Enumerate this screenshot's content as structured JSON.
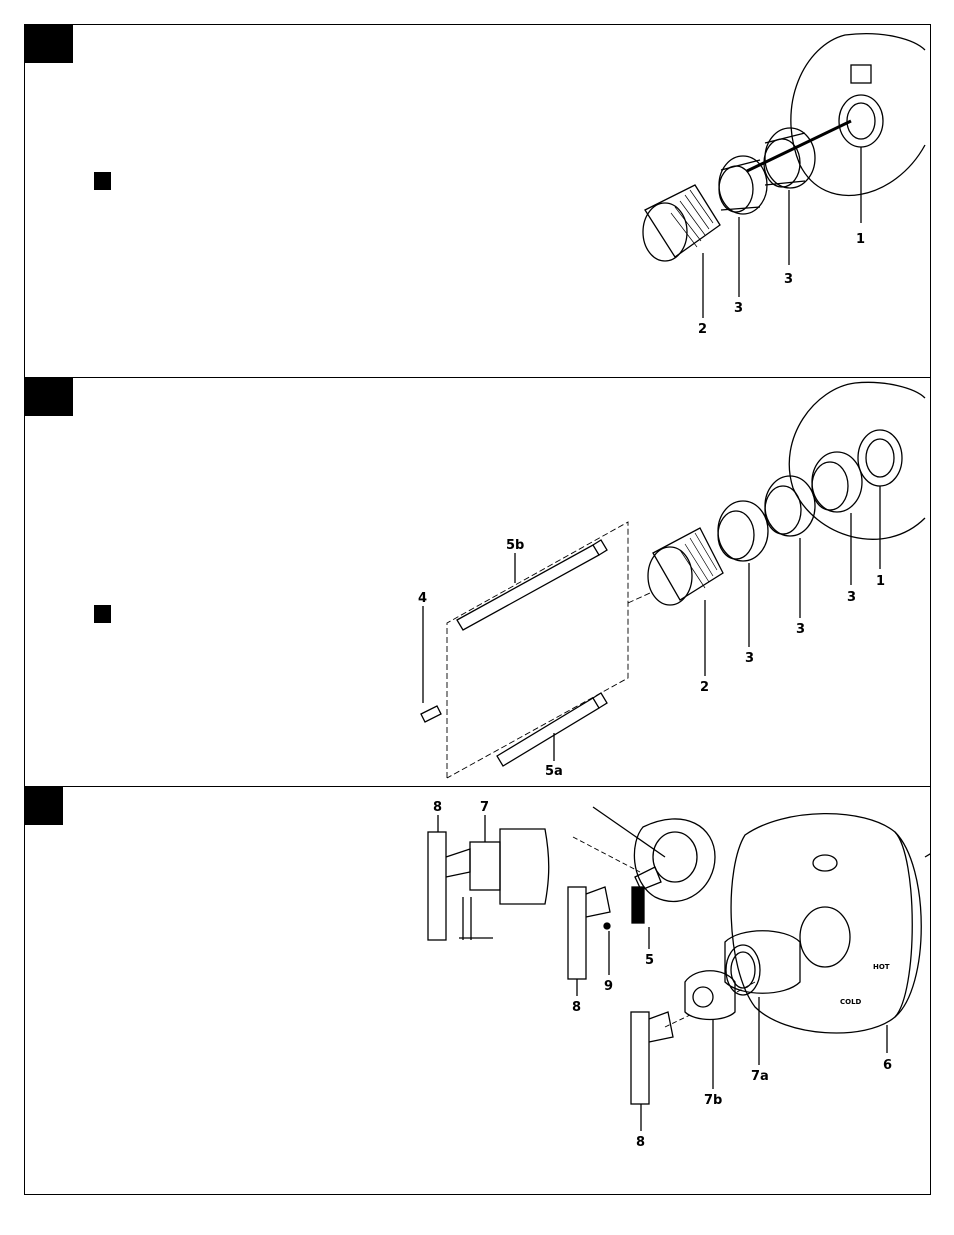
{
  "callouts": {
    "p1": [
      "1",
      "2",
      "3",
      "3"
    ],
    "p2": [
      "1",
      "2",
      "3",
      "3",
      "3",
      "4",
      "5a",
      "5b"
    ],
    "p3": [
      "5",
      "6",
      "7",
      "7a",
      "7b",
      "8",
      "8",
      "8",
      "9"
    ]
  },
  "plate_labels": {
    "hot": "HOT",
    "cold": "COLD"
  },
  "colors": {
    "ink": "#000000",
    "paper": "#ffffff"
  }
}
